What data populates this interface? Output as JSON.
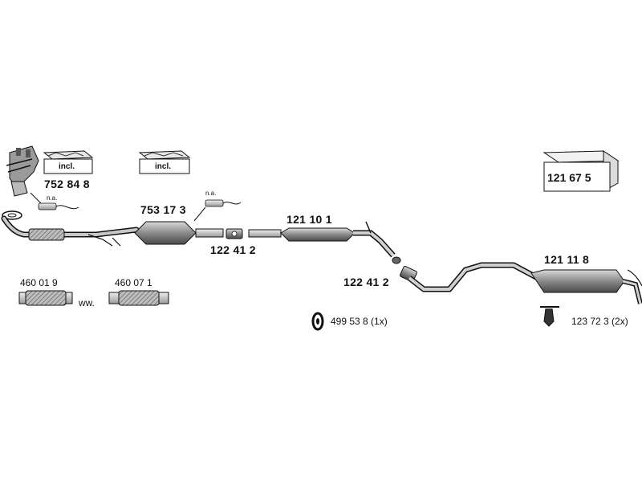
{
  "colors": {
    "ink": "#111111",
    "part_fill": "#7a7a7a",
    "light_fill": "#cfcfcf",
    "background": "#ffffff"
  },
  "kits": {
    "kit1_incl": "incl.",
    "kit1_number": "752 84 8",
    "kit2_incl": "incl.",
    "box_number": "121 67 5"
  },
  "notes": {
    "na_manifold": "n.a.",
    "na_cat": "n.a."
  },
  "parts": {
    "catalytic_converter": "753 17 3",
    "connector_front": "122 41 2",
    "middle_silencer": "121 10 1",
    "connector_rear": "122 41 2",
    "rear_silencer": "121 11 8",
    "flex_pipe_1": "460 01 9",
    "flex_pipe_2": "460 07 1",
    "ww_text": "ww."
  },
  "fittings": {
    "rubber_mount": "499 53 8 (1x)",
    "hanger": "123 72 3 (2x)"
  },
  "icons": [
    "manifold-icon",
    "gasket-icon",
    "kit-box-icon",
    "lambda-sensor-icon",
    "clamp-icon",
    "rubber-ring-icon",
    "hanger-icon"
  ]
}
